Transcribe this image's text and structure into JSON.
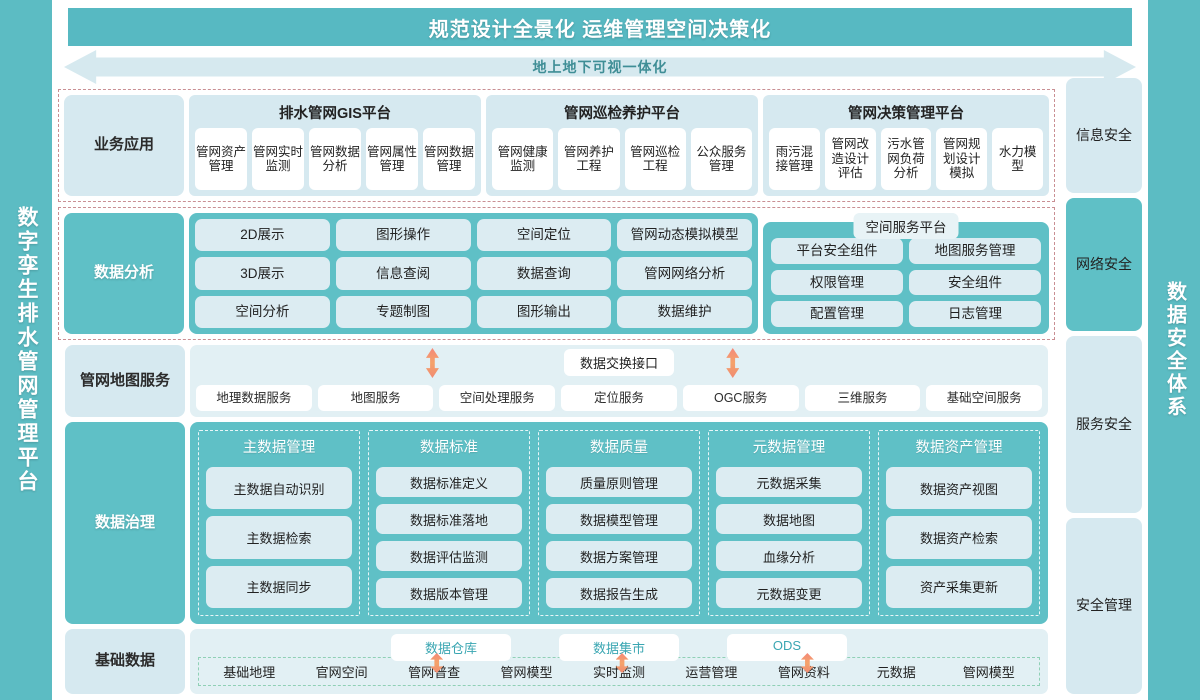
{
  "left_rail": {
    "title": "数字孪生排水管网管理平台"
  },
  "right_rail": {
    "title": "数据安全体系"
  },
  "header": {
    "banner": "规范设计全景化  运维管理空间决策化",
    "subbanner": "地上地下可视一体化"
  },
  "rows": {
    "business": {
      "label": "业务应用",
      "groups": [
        {
          "title": "排水管网GIS平台",
          "items": [
            "管网资产管理",
            "管网实时监测",
            "管网数据分析",
            "管网属性管理",
            "管网数据管理"
          ]
        },
        {
          "title": "管网巡检养护平台",
          "items": [
            "管网健康监测",
            "管网养护工程",
            "管网巡检工程",
            "公众服务管理"
          ]
        },
        {
          "title": "管网决策管理平台",
          "items": [
            "雨污混接管理",
            "管网改造设计评估",
            "污水管网负荷分析",
            "管网规划设计模拟",
            "水力模型"
          ]
        }
      ]
    },
    "analysis": {
      "label": "数据分析",
      "columns": [
        [
          "2D展示",
          "3D展示",
          "空间分析"
        ],
        [
          "图形操作",
          "信息查阅",
          "专题制图"
        ],
        [
          "空间定位",
          "数据查询",
          "图形输出"
        ],
        [
          "管网动态模拟模型",
          "管网网络分析",
          "数据维护"
        ]
      ],
      "spatial_platform": {
        "title": "空间服务平台",
        "columns": [
          [
            "平台安全组件",
            "权限管理",
            "配置管理"
          ],
          [
            "地图服务管理",
            "安全组件",
            "日志管理"
          ]
        ]
      }
    },
    "map_service": {
      "label": "管网地图服务",
      "exchange_chip": "数据交换接口",
      "items": [
        "地理数据服务",
        "地图服务",
        "空间处理服务",
        "定位服务",
        "OGC服务",
        "三维服务",
        "基础空间服务"
      ]
    },
    "governance": {
      "label": "数据治理",
      "groups": [
        {
          "title": "主数据管理",
          "items": [
            "主数据自动识别",
            "主数据检索",
            "主数据同步"
          ]
        },
        {
          "title": "数据标准",
          "items": [
            "数据标准定义",
            "数据标准落地",
            "数据评估监测",
            "数据版本管理"
          ]
        },
        {
          "title": "数据质量",
          "items": [
            "质量原则管理",
            "数据模型管理",
            "数据方案管理",
            "数据报告生成"
          ]
        },
        {
          "title": "元数据管理",
          "items": [
            "元数据采集",
            "数据地图",
            "血缘分析",
            "元数据变更"
          ]
        },
        {
          "title": "数据资产管理",
          "items": [
            "数据资产视图",
            "数据资产检索",
            "资产采集更新"
          ]
        }
      ]
    },
    "basic_data": {
      "label": "基础数据",
      "chips": [
        "数据仓库",
        "数据集市",
        "ODS"
      ],
      "items": [
        "基础地理",
        "官网空间",
        "管网普查",
        "管网模型",
        "实时监测",
        "运营管理",
        "管网资料",
        "元数据",
        "管网模型"
      ]
    }
  },
  "right_stack": [
    {
      "label": "信息安全",
      "tone": "pale"
    },
    {
      "label": "网络安全",
      "tone": "teal"
    },
    {
      "label": "服务安全",
      "tone": "pale"
    },
    {
      "label": "安全管理",
      "tone": "pale"
    }
  ],
  "icons": {
    "exchange_arrow": "double-headed-vertical-arrow",
    "banner_arrow": "double-headed-horizontal-arrow"
  },
  "colors": {
    "teal": "#5fc0c6",
    "pale_blue": "#d6e9f0",
    "arrow_orange": "#f2926f",
    "dashed_pink": "#c98f93",
    "dashed_green": "#8fd0b5"
  }
}
